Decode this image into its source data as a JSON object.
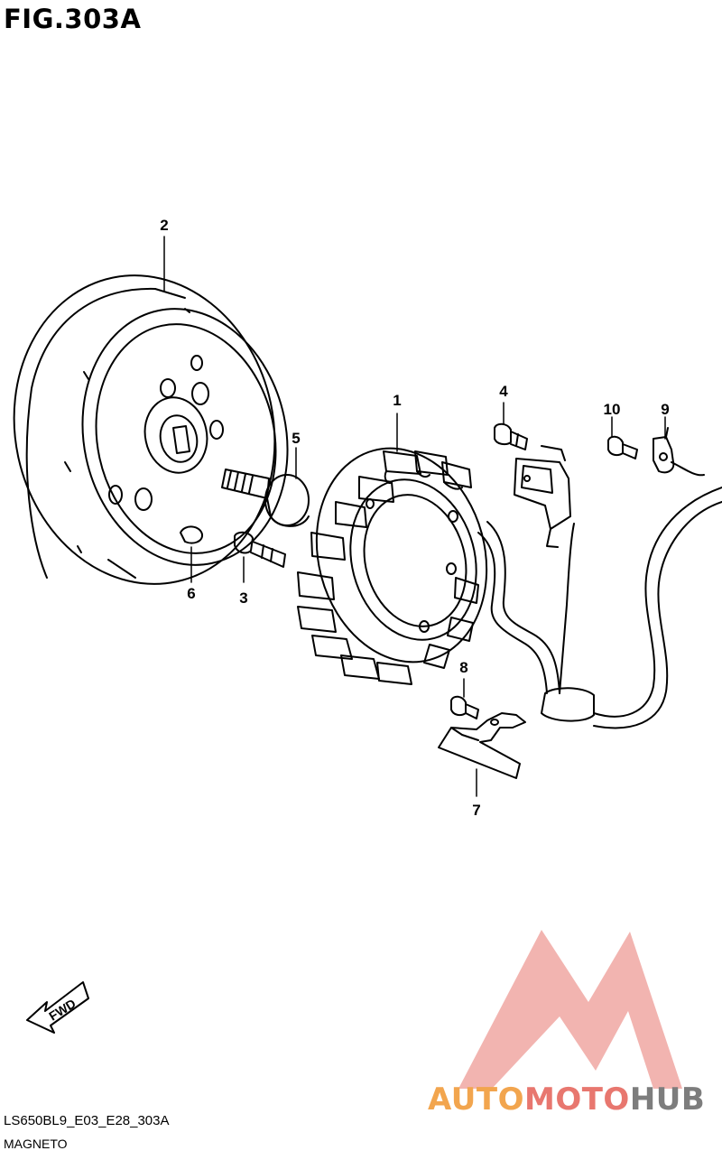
{
  "figure": {
    "title": "FIG.303A"
  },
  "callouts": [
    {
      "id": "1",
      "label": "1"
    },
    {
      "id": "2",
      "label": "2"
    },
    {
      "id": "3",
      "label": "3"
    },
    {
      "id": "4",
      "label": "4"
    },
    {
      "id": "5",
      "label": "5"
    },
    {
      "id": "6",
      "label": "6"
    },
    {
      "id": "7",
      "label": "7"
    },
    {
      "id": "8",
      "label": "8"
    },
    {
      "id": "9",
      "label": "9"
    },
    {
      "id": "10",
      "label": "10"
    }
  ],
  "fwd_arrow": {
    "label": "FWD"
  },
  "footer": {
    "code": "LS650BL9_E03_E28_303A",
    "section": "MAGNETO"
  },
  "watermark": {
    "part1": "AUTO",
    "part2": "MOTO",
    "part3": "HUB",
    "colors": {
      "part1": "#f2a54e",
      "part2": "#e8776f",
      "part3": "#7d7d7d",
      "logo": "#e8776f"
    }
  }
}
